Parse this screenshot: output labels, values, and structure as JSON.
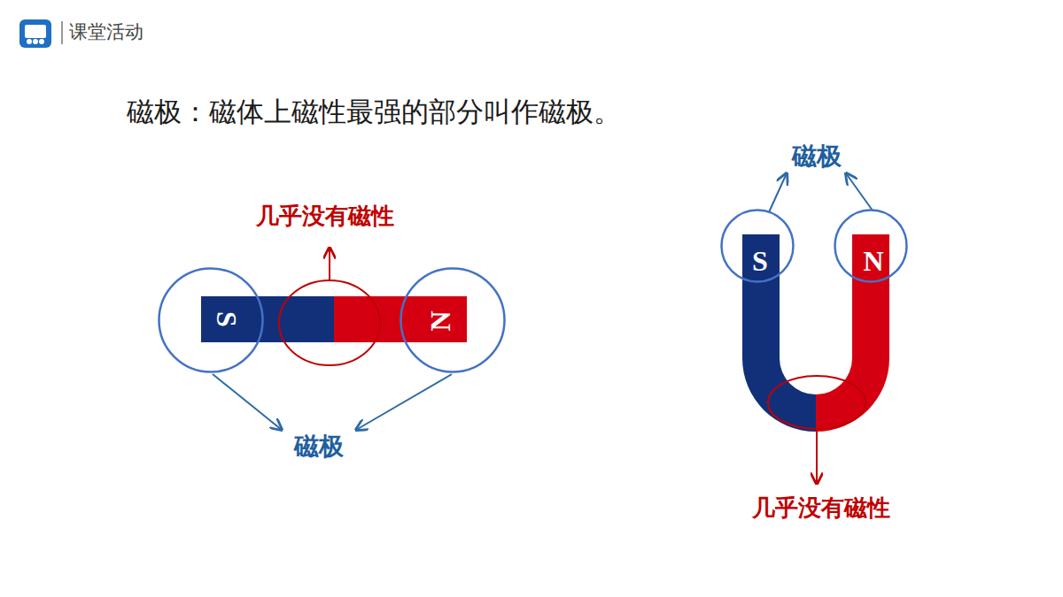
{
  "diagram": {
    "title": "磁极：磁体上磁性最强的部分叫作磁极。",
    "nodes": [
      {
        "text": [
          "S"
        ]
      },
      {
        "text": [
          "N"
        ]
      },
      {
        "text": [
          "S"
        ]
      },
      {
        "text": [
          "N"
        ]
      }
    ],
    "labels": [
      "课堂活动",
      "几乎没有磁性",
      "磁极",
      "磁极",
      "几乎没有磁性"
    ]
  }
}
